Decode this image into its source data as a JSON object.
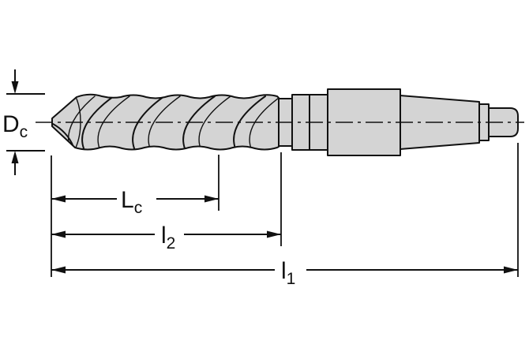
{
  "diagram": {
    "type": "technical-drawing",
    "subject": "twist-drill-with-taper-shank-dimension-drawing",
    "colors": {
      "body_fill": "#d4d4d4",
      "line_color": "#111111",
      "background": "#ffffff"
    },
    "labels": {
      "diameter": {
        "main": "D",
        "sub": "c"
      },
      "flute_length": {
        "main": "L",
        "sub": "c"
      },
      "length_l2": {
        "main": "l",
        "sub": "2"
      },
      "length_l1": {
        "main": "l",
        "sub": "1"
      }
    }
  }
}
